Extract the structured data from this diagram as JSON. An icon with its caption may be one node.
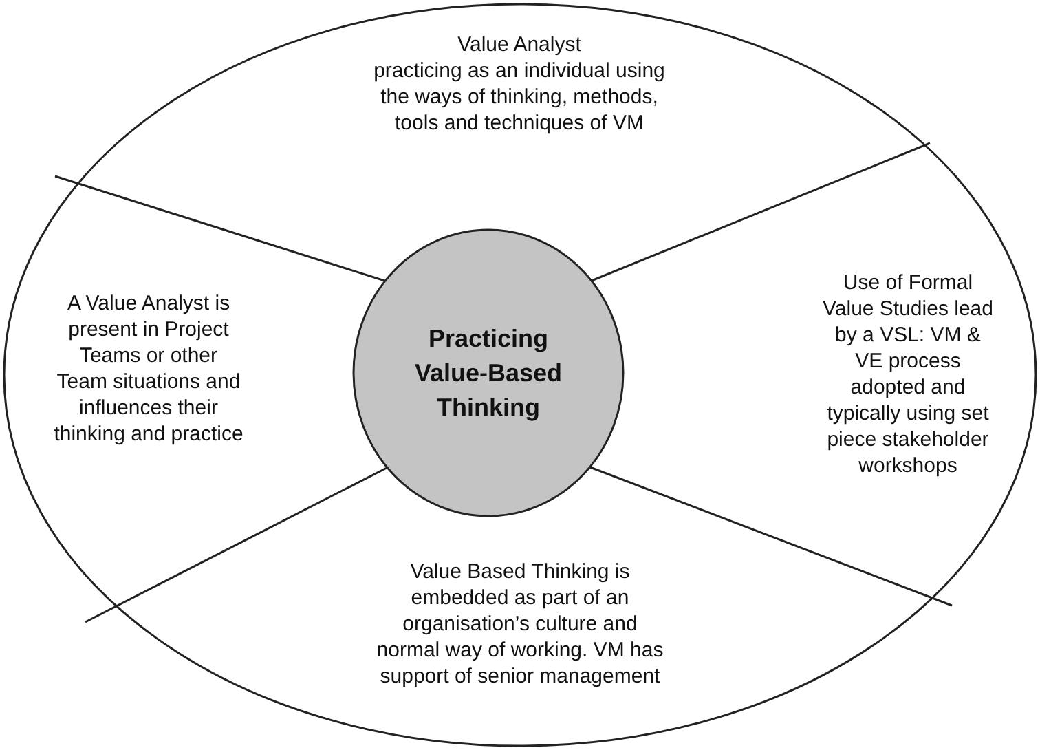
{
  "diagram": {
    "nodes": [
      {
        "text": [],
        "shape": "ellipse"
      },
      {
        "text": [
          "Value Analyst",
          "practicing as an individual using the ways of thinking, methods, tools and techniques of VM"
        ],
        "in": 0
      },
      {
        "text": [
          "A Value Analyst is present in Project Teams or other Team situations and influences their thinking and practice"
        ],
        "in": 0
      },
      {
        "text": [
          "Use of Formal Value Studies lead by a VSL: VM & VE process adopted and typically using set piece stakeholder workshops"
        ],
        "in": 0
      },
      {
        "text": [
          "Value Based Thinking is embedded as part of an organisation’s culture and normal way of working. VM has support of senior management"
        ],
        "in": 0
      },
      {
        "text": [
          "Practicing Value-Based Thinking"
        ],
        "in": 0
      }
    ]
  }
}
